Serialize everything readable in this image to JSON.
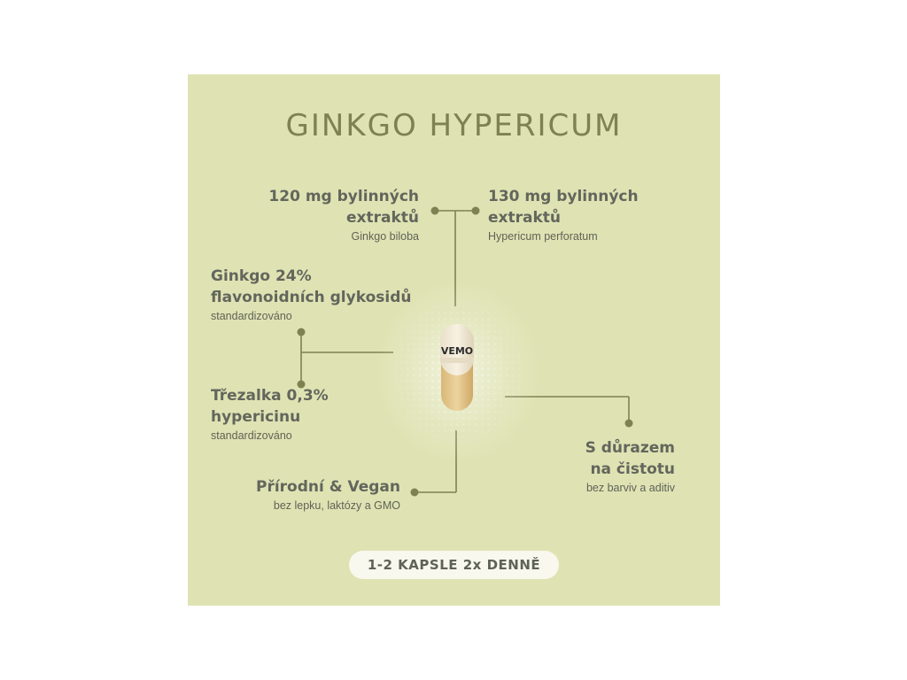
{
  "title": "GINKGO HYPERICUM",
  "features": {
    "ginkgo_extract": {
      "heading_line1": "120 mg bylinných",
      "heading_line2": "extraktů",
      "sub": "Ginkgo biloba"
    },
    "hypericum_extract": {
      "heading_line1": "130 mg bylinných",
      "heading_line2": "extraktů",
      "sub": "Hypericum perforatum"
    },
    "ginkgo_flavonoids": {
      "heading_line1": "Ginkgo 24%",
      "heading_line2": "flavonoidních glykosidů",
      "sub": "standardizováno"
    },
    "trezalka": {
      "heading_line1": "Třezalka 0,3%",
      "heading_line2": "hypericinu",
      "sub": "standardizováno"
    },
    "natural_vegan": {
      "heading_line1": "Přírodní & Vegan",
      "sub": "bez lepku, laktózy a GMO"
    },
    "purity": {
      "heading_line1": "S důrazem",
      "heading_line2": "na čistotu",
      "sub": "bez barviv a aditiv"
    }
  },
  "capsule_brand": "VEMO",
  "dosage": "1-2 KAPSLE 2x DENNĚ",
  "colors": {
    "background": "#dfe3b3",
    "title": "#7e8151",
    "text": "#63665c",
    "connector": "#7e8151",
    "pill": "#f8f8ee"
  }
}
